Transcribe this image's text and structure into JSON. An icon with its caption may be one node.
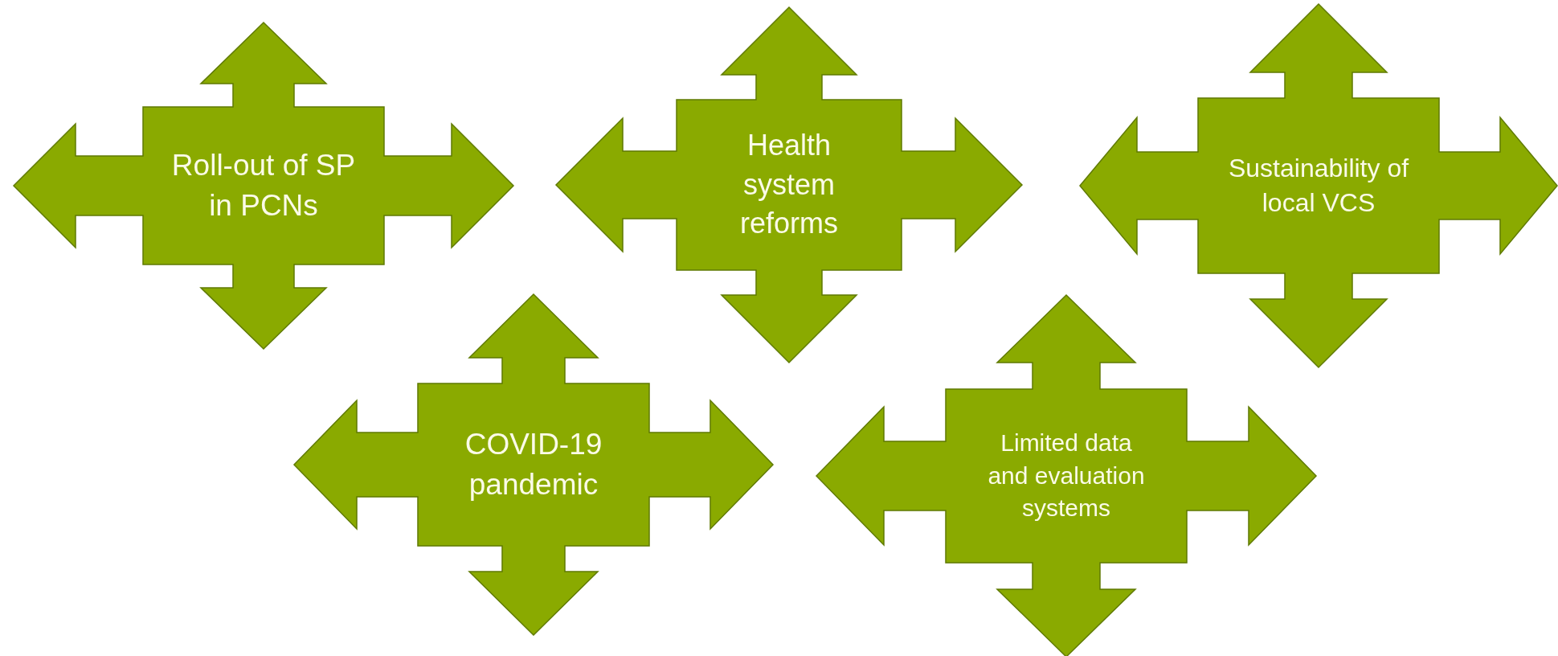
{
  "diagram": {
    "nodes": [
      {
        "text": [
          "Roll-out of SP in PCNs"
        ]
      },
      {
        "text": [
          "Health system reforms"
        ]
      },
      {
        "text": [
          "Sustainability of local VCS"
        ]
      },
      {
        "text": [
          "COVID-19 pandemic"
        ]
      },
      {
        "text": [
          "Limited data and evaluation systems"
        ]
      }
    ]
  }
}
